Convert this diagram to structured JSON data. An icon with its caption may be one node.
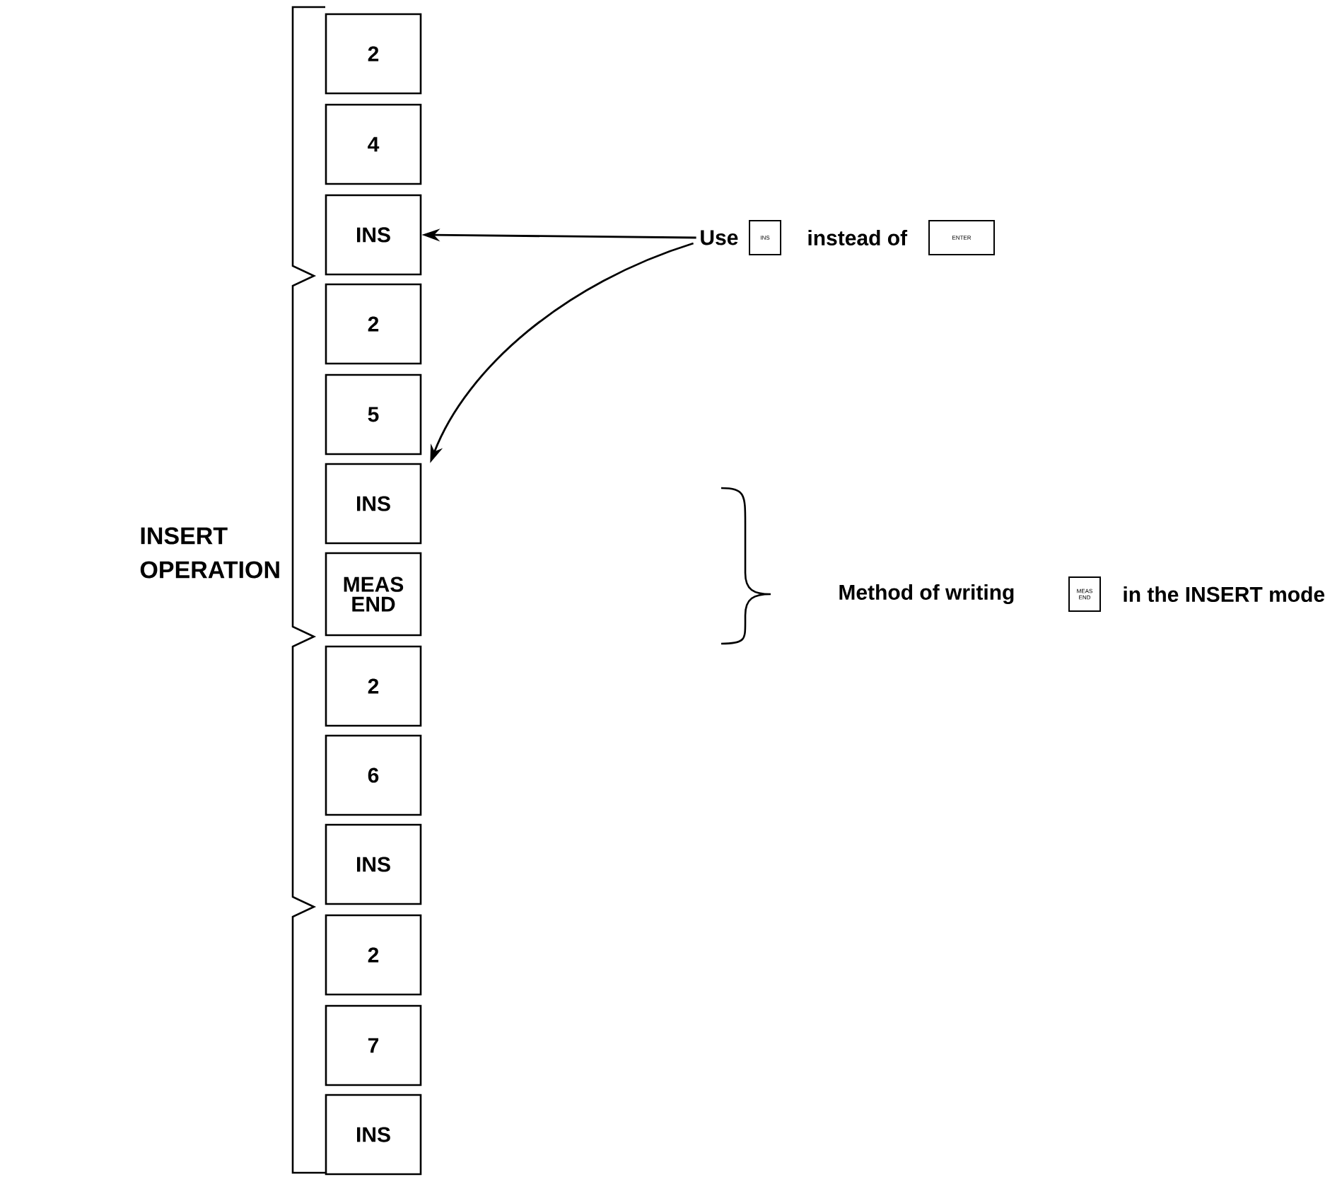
{
  "diagram": {
    "nodes": [
      {
        "text": [
          "2"
        ]
      },
      {
        "text": [
          "4"
        ]
      },
      {
        "text": [
          "INS"
        ]
      },
      {
        "text": [
          "2"
        ]
      },
      {
        "text": [
          "5"
        ]
      },
      {
        "text": [
          "INS"
        ]
      },
      {
        "text": [
          "MEAS END"
        ]
      },
      {
        "text": [
          "2"
        ]
      },
      {
        "text": [
          "6"
        ]
      },
      {
        "text": [
          "INS"
        ]
      },
      {
        "text": [
          "2"
        ]
      },
      {
        "text": [
          "7"
        ]
      },
      {
        "text": [
          "INS"
        ]
      },
      {
        "text": [
          "Use",
          "instead of"
        ]
      },
      {
        "text": [
          "INS"
        ],
        "in": 13
      },
      {
        "text": [
          "ENTER"
        ],
        "in": 13
      },
      {
        "text": [
          "Method of writing",
          "in the INSERT mode"
        ]
      },
      {
        "text": [
          "MEAS END"
        ],
        "in": 16
      }
    ],
    "edges": [
      {
        "from": 13,
        "to": 2,
        "arrow": "to"
      },
      {
        "from": 13,
        "to": 5,
        "arrow": "to"
      }
    ],
    "labels": [
      "INSERT OPERATION"
    ]
  }
}
